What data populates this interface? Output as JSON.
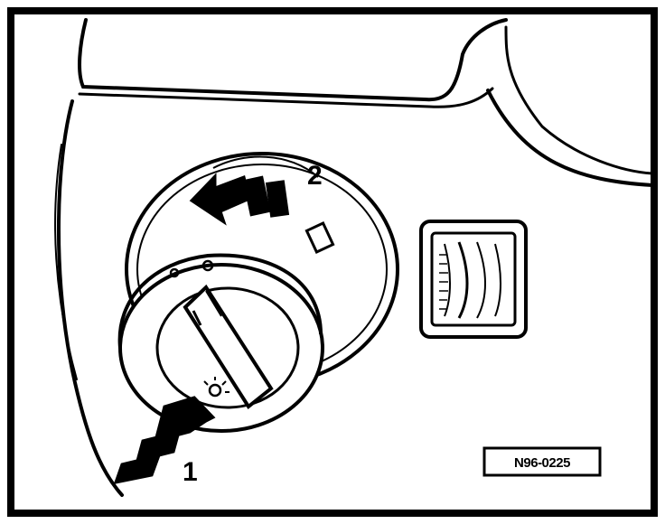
{
  "figure": {
    "callouts": {
      "pull_direction": "1",
      "turn_direction": "2"
    },
    "reference_label": "N96-0225",
    "ink_color": "#000000",
    "paper_color": "#ffffff"
  }
}
